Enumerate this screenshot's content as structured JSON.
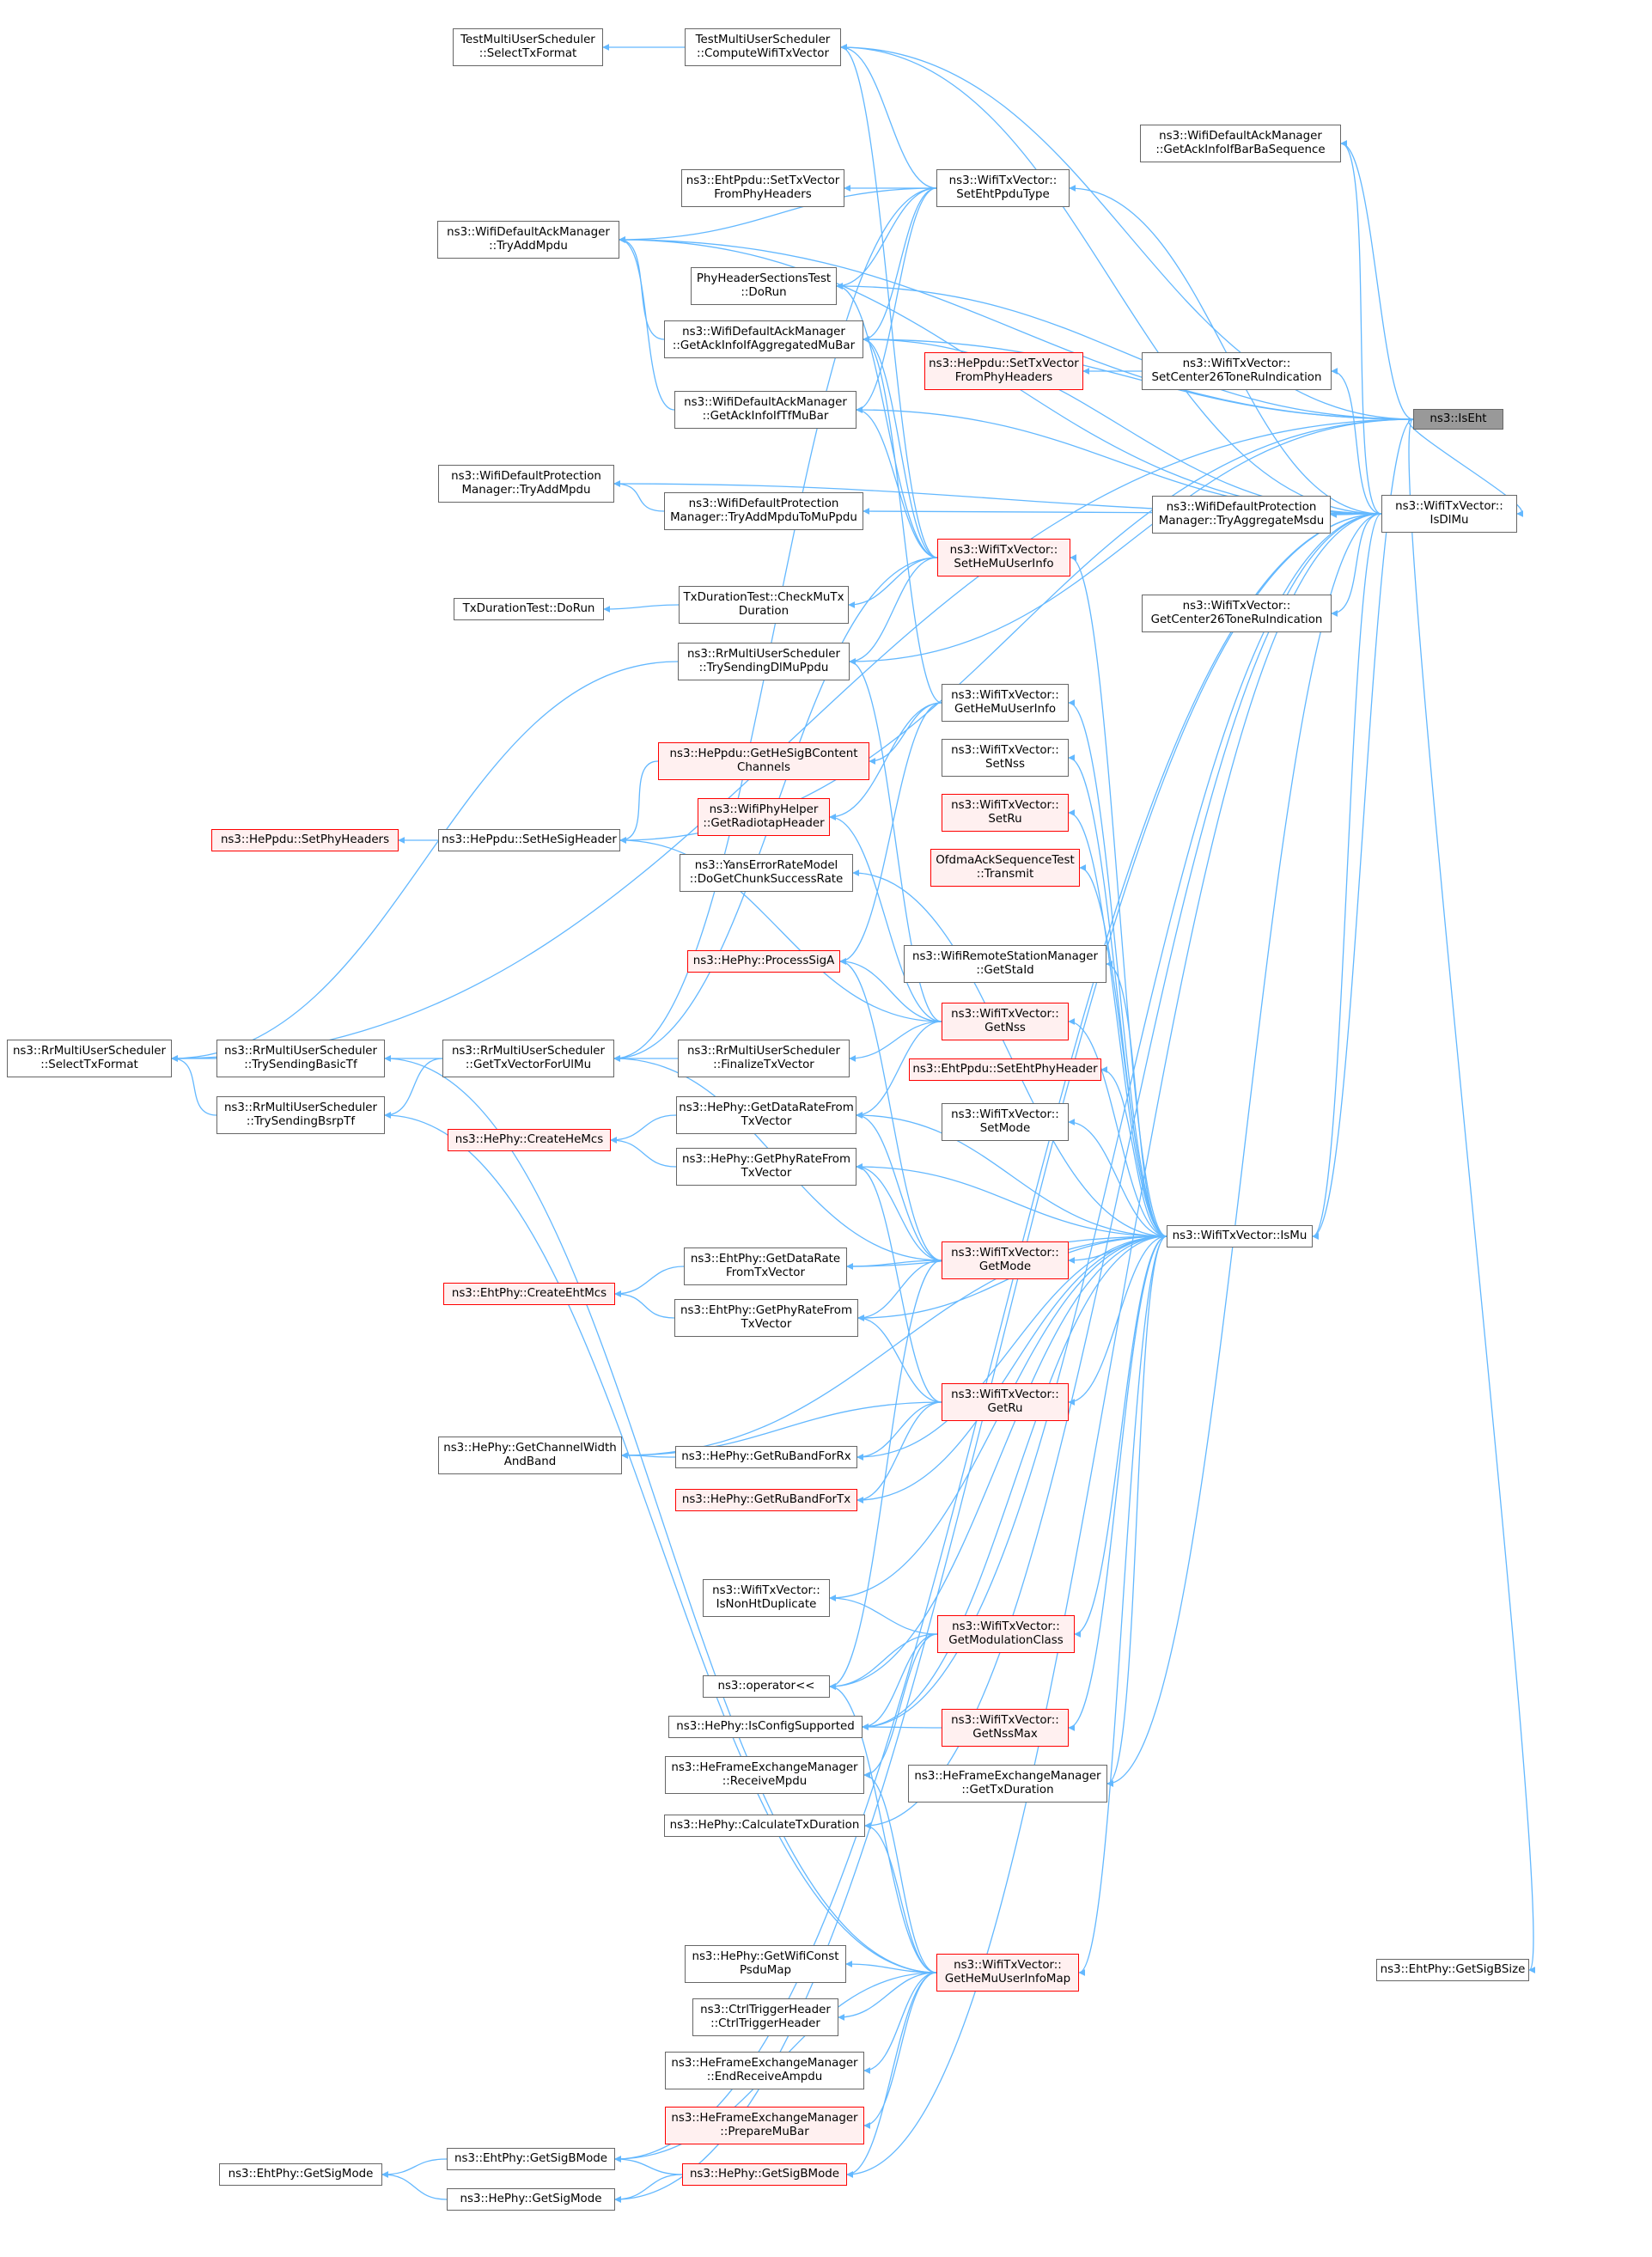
{
  "colors": {
    "edge": "#63b8ff",
    "node_border": "#666666",
    "highlight_border": "#ff0000",
    "highlight_fill": "#fff0f0",
    "root_fill": "#999999"
  },
  "nodes": {
    "n_iseht": {
      "lines": [
        "ns3::IsEht"
      ],
      "style": "root"
    },
    "n_isdlmu": {
      "lines": [
        "ns3::WifiTxVector::",
        "IsDlMu"
      ]
    },
    "n_ismu": {
      "lines": [
        "ns3::WifiTxVector::IsMu"
      ]
    },
    "n_getsigbsize": {
      "lines": [
        "ns3::EhtPhy::GetSigBSize"
      ]
    },
    "n_testsel": {
      "lines": [
        "TestMultiUserScheduler",
        "::SelectTxFormat"
      ]
    },
    "n_testcomp": {
      "lines": [
        "TestMultiUserScheduler",
        "::ComputeWifiTxVector"
      ]
    },
    "n_ackbarba": {
      "lines": [
        "ns3::WifiDefaultAckManager",
        "::GetAckInfoIfBarBaSequence"
      ]
    },
    "n_ehtsettx": {
      "lines": [
        "ns3::EhtPpdu::SetTxVector",
        "FromPhyHeaders"
      ]
    },
    "n_setehtppdu": {
      "lines": [
        "ns3::WifiTxVector::",
        "SetEhtPpduType"
      ]
    },
    "n_tryaddmpdu": {
      "lines": [
        "ns3::WifiDefaultAckManager",
        "::TryAddMpdu"
      ]
    },
    "n_phyhdrtest": {
      "lines": [
        "PhyHeaderSectionsTest",
        "::DoRun"
      ]
    },
    "n_ackaggmubar": {
      "lines": [
        "ns3::WifiDefaultAckManager",
        "::GetAckInfoIfAggregatedMuBar"
      ]
    },
    "n_hesettx": {
      "lines": [
        "ns3::HePpdu::SetTxVector",
        "FromPhyHeaders"
      ],
      "style": "red"
    },
    "n_setc26": {
      "lines": [
        "ns3::WifiTxVector::",
        "SetCenter26ToneRuIndication"
      ]
    },
    "n_acktfmubar": {
      "lines": [
        "ns3::WifiDefaultAckManager",
        "::GetAckInfoIfTfMuBar"
      ]
    },
    "n_protaddmpdu": {
      "lines": [
        "ns3::WifiDefaultProtection",
        "Manager::TryAddMpdu"
      ]
    },
    "n_protmu": {
      "lines": [
        "ns3::WifiDefaultProtection",
        "Manager::TryAddMpduToMuPpdu"
      ]
    },
    "n_protmsdu": {
      "lines": [
        "ns3::WifiDefaultProtection",
        "Manager::TryAggregateMsdu"
      ]
    },
    "n_sethemuuser": {
      "lines": [
        "ns3::WifiTxVector::",
        "SetHeMuUserInfo"
      ],
      "style": "red"
    },
    "n_txdurtest": {
      "lines": [
        "TxDurationTest::DoRun"
      ]
    },
    "n_checkmutx": {
      "lines": [
        "TxDurationTest::CheckMuTx",
        "Duration"
      ]
    },
    "n_getc26": {
      "lines": [
        "ns3::WifiTxVector::",
        "GetCenter26ToneRuIndication"
      ]
    },
    "n_rrdlmu": {
      "lines": [
        "ns3::RrMultiUserScheduler",
        "::TrySendingDlMuPpdu"
      ]
    },
    "n_gethemuuser": {
      "lines": [
        "ns3::WifiTxVector::",
        "GetHeMuUserInfo"
      ]
    },
    "n_sigbcontent": {
      "lines": [
        "ns3::HePpdu::GetHeSigBContent",
        "Channels"
      ],
      "style": "red"
    },
    "n_setnss": {
      "lines": [
        "ns3::WifiTxVector::",
        "SetNss"
      ]
    },
    "n_sethephy": {
      "lines": [
        "ns3::HePpdu::SetPhyHeaders"
      ],
      "style": "red"
    },
    "n_sethesig": {
      "lines": [
        "ns3::HePpdu::SetHeSigHeader"
      ]
    },
    "n_radiotap": {
      "lines": [
        "ns3::WifiPhyHelper",
        "::GetRadiotapHeader"
      ],
      "style": "red"
    },
    "n_setru": {
      "lines": [
        "ns3::WifiTxVector::",
        "SetRu"
      ],
      "style": "red"
    },
    "n_yans": {
      "lines": [
        "ns3::YansErrorRateModel",
        "::DoGetChunkSuccessRate"
      ]
    },
    "n_ofdmatest": {
      "lines": [
        "OfdmaAckSequenceTest",
        "::Transmit"
      ],
      "style": "red"
    },
    "n_procsiga": {
      "lines": [
        "ns3::HePhy::ProcessSigA"
      ],
      "style": "red"
    },
    "n_getstaid": {
      "lines": [
        "ns3::WifiRemoteStationManager",
        "::GetStaId"
      ]
    },
    "n_rrselect": {
      "lines": [
        "ns3::RrMultiUserScheduler",
        "::SelectTxFormat"
      ]
    },
    "n_rrbasictf": {
      "lines": [
        "ns3::RrMultiUserScheduler",
        "::TrySendingBasicTf"
      ]
    },
    "n_rrulmu": {
      "lines": [
        "ns3::RrMultiUserScheduler",
        "::GetTxVectorForUlMu"
      ]
    },
    "n_rrfinal": {
      "lines": [
        "ns3::RrMultiUserScheduler",
        "::FinalizeTxVector"
      ]
    },
    "n_getnss": {
      "lines": [
        "ns3::WifiTxVector::",
        "GetNss"
      ],
      "style": "red"
    },
    "n_ehtsetphy": {
      "lines": [
        "ns3::EhtPpdu::SetEhtPhyHeader"
      ],
      "style": "red"
    },
    "n_rrbsrp": {
      "lines": [
        "ns3::RrMultiUserScheduler",
        "::TrySendingBsrpTf"
      ]
    },
    "n_hedatarate": {
      "lines": [
        "ns3::HePhy::GetDataRateFrom",
        "TxVector"
      ]
    },
    "n_setmode": {
      "lines": [
        "ns3::WifiTxVector::",
        "SetMode"
      ]
    },
    "n_createhemcs": {
      "lines": [
        "ns3::HePhy::CreateHeMcs"
      ],
      "style": "red"
    },
    "n_hephyrate": {
      "lines": [
        "ns3::HePhy::GetPhyRateFrom",
        "TxVector"
      ]
    },
    "n_ehtdatarate": {
      "lines": [
        "ns3::EhtPhy::GetDataRate",
        "FromTxVector"
      ]
    },
    "n_getmode": {
      "lines": [
        "ns3::WifiTxVector::",
        "GetMode"
      ],
      "style": "red"
    },
    "n_createehtmcs": {
      "lines": [
        "ns3::EhtPhy::CreateEhtMcs"
      ],
      "style": "red"
    },
    "n_ehtphyrate": {
      "lines": [
        "ns3::EhtPhy::GetPhyRateFrom",
        "TxVector"
      ]
    },
    "n_getru": {
      "lines": [
        "ns3::WifiTxVector::",
        "GetRu"
      ],
      "style": "red"
    },
    "n_chwidth": {
      "lines": [
        "ns3::HePhy::GetChannelWidth",
        "AndBand"
      ]
    },
    "n_rubandrx": {
      "lines": [
        "ns3::HePhy::GetRuBandForRx"
      ]
    },
    "n_rubandtx": {
      "lines": [
        "ns3::HePhy::GetRuBandForTx"
      ],
      "style": "red"
    },
    "n_isnonht": {
      "lines": [
        "ns3::WifiTxVector::",
        "IsNonHtDuplicate"
      ]
    },
    "n_getmodclass": {
      "lines": [
        "ns3::WifiTxVector::",
        "GetModulationClass"
      ],
      "style": "red"
    },
    "n_operator": {
      "lines": [
        "ns3::operator<<"
      ]
    },
    "n_isconfig": {
      "lines": [
        "ns3::HePhy::IsConfigSupported"
      ]
    },
    "n_getnssmax": {
      "lines": [
        "ns3::WifiTxVector::",
        "GetNssMax"
      ],
      "style": "red"
    },
    "n_herecv": {
      "lines": [
        "ns3::HeFrameExchangeManager",
        "::ReceiveMpdu"
      ]
    },
    "n_hetxdur": {
      "lines": [
        "ns3::HeFrameExchangeManager",
        "::GetTxDuration"
      ]
    },
    "n_calctxdur": {
      "lines": [
        "ns3::HePhy::CalculateTxDuration"
      ]
    },
    "n_wificonst": {
      "lines": [
        "ns3::HePhy::GetWifiConst",
        "PsduMap"
      ]
    },
    "n_gethemumap": {
      "lines": [
        "ns3::WifiTxVector::",
        "GetHeMuUserInfoMap"
      ],
      "style": "red"
    },
    "n_ctrltrig": {
      "lines": [
        "ns3::CtrlTriggerHeader",
        "::CtrlTriggerHeader"
      ]
    },
    "n_heendrecv": {
      "lines": [
        "ns3::HeFrameExchangeManager",
        "::EndReceiveAmpdu"
      ]
    },
    "n_heprepare": {
      "lines": [
        "ns3::HeFrameExchangeManager",
        "::PrepareMuBar"
      ],
      "style": "red"
    },
    "n_ehtsigbmode": {
      "lines": [
        "ns3::EhtPhy::GetSigBMode"
      ]
    },
    "n_ehtsigmode": {
      "lines": [
        "ns3::EhtPhy::GetSigMode"
      ]
    },
    "n_hesigbmode": {
      "lines": [
        "ns3::HePhy::GetSigBMode"
      ],
      "style": "red"
    },
    "n_hesigmode": {
      "lines": [
        "ns3::HePhy::GetSigMode"
      ]
    }
  }
}
